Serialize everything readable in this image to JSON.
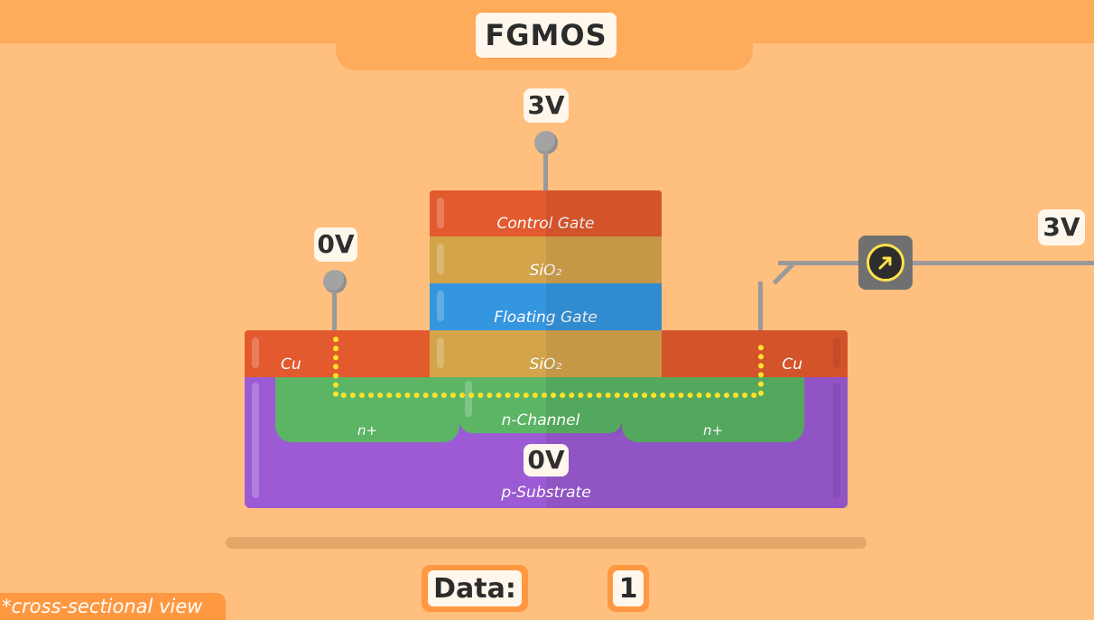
{
  "title": "FGMOS",
  "voltages": {
    "gate": "3V",
    "source": "0V",
    "drain": "3V",
    "substrate": "0V"
  },
  "layers": {
    "control_gate": "Control Gate",
    "sio2_top": "SiO₂",
    "floating_gate": "Floating Gate",
    "sio2_bottom": "SiO₂",
    "cu_left": "Cu",
    "cu_right": "Cu",
    "n_plus_left": "n+",
    "n_channel": "n-Channel",
    "n_plus_right": "n+",
    "substrate": "p-Substrate"
  },
  "footer": {
    "data_label": "Data:",
    "data_value": "1",
    "caption": "*cross-sectional view"
  },
  "icons": {
    "meter": "ammeter-icon"
  },
  "colors": {
    "control_gate": "#e35a2f",
    "oxide": "#d3a44a",
    "floating_gate": "#3596e0",
    "copper": "#e35a2f",
    "n_region": "#5bb565",
    "substrate": "#9c5bd4",
    "current_path": "#ffe22c",
    "accent": "#ff9840"
  }
}
